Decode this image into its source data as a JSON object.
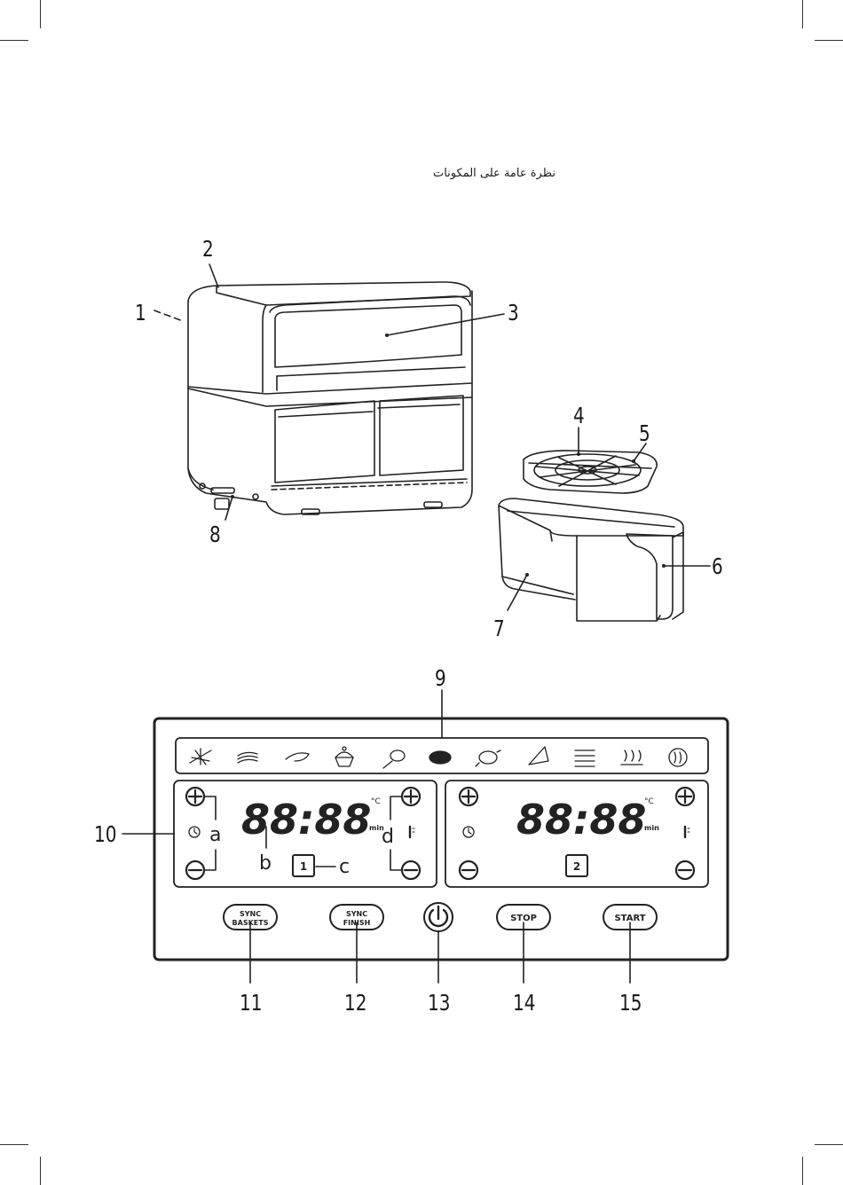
{
  "page": {
    "title": "نظرة عامة على المكونات"
  },
  "callouts": [
    "1",
    "2",
    "3",
    "4",
    "5",
    "6",
    "7",
    "8",
    "9",
    "10",
    "11",
    "12",
    "13",
    "14",
    "15"
  ],
  "panel": {
    "program_icons": [
      "fries-icon",
      "bacon-icon",
      "shrimp-icon",
      "cupcake-icon",
      "drumstick-icon",
      "steak-icon",
      "chicken-icon",
      "pizza-icon",
      "dehydrate-icon",
      "keep-warm-icon",
      "reheat-icon"
    ],
    "zone1": {
      "display": "88:88",
      "temp_unit": "°C",
      "time_unit": "min",
      "zone_label": "1",
      "sub_labels": {
        "a": "a",
        "b": "b",
        "c": "c",
        "d": "d"
      }
    },
    "zone2": {
      "display": "88:88",
      "temp_unit": "°C",
      "time_unit": "min",
      "zone_label": "2"
    },
    "buttons": {
      "sync_baskets": [
        "SYNC",
        "BASKETS"
      ],
      "sync_finish": [
        "SYNC",
        "FINISH"
      ],
      "stop": "STOP",
      "start": "START"
    }
  }
}
